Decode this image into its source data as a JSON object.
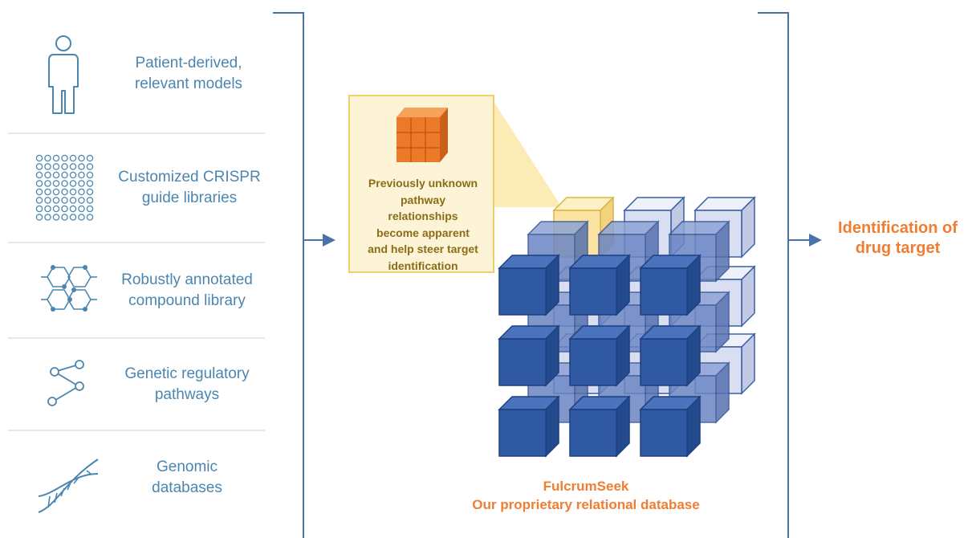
{
  "inputs": [
    {
      "label_lines": [
        "Patient-derived,",
        "relevant models"
      ],
      "icon": "person-icon"
    },
    {
      "label_lines": [
        "Customized CRISPR",
        "guide libraries"
      ],
      "icon": "dot-grid-icon"
    },
    {
      "label_lines": [
        "Robustly annotated",
        "compound library"
      ],
      "icon": "molecule-icon"
    },
    {
      "label_lines": [
        "Genetic regulatory",
        "pathways"
      ],
      "icon": "pathway-icon"
    },
    {
      "label_lines": [
        "Genomic",
        "databases"
      ],
      "icon": "dna-icon"
    }
  ],
  "callout": {
    "text_lines": [
      "Previously unknown",
      "pathway",
      "relationships",
      "become apparent",
      "and help steer target",
      "identification"
    ]
  },
  "database": {
    "name": "FulcrumSeek",
    "description": "Our proprietary relational database"
  },
  "result": {
    "label_lines": [
      "Identification of",
      "drug target"
    ]
  },
  "colors": {
    "left_text": "#4a86b0",
    "connector": "#4a72a8",
    "accent_orange": "#ef7d32",
    "callout_text": "#8a6d17",
    "callout_border": "#f2cf6a",
    "cube_front": "#2f59a3",
    "cube_light": "#d9def0"
  }
}
